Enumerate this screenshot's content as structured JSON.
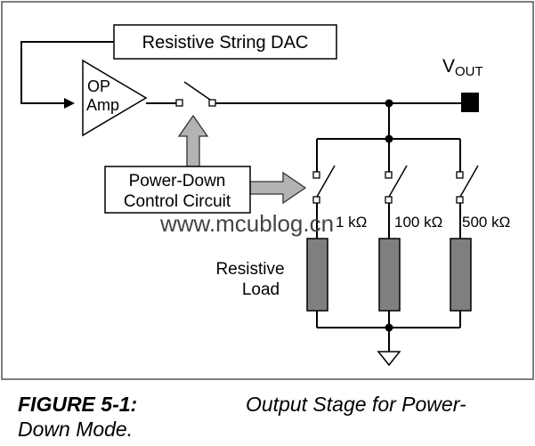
{
  "blocks": {
    "dac_label": "Resistive String DAC",
    "opamp_line1": "OP",
    "opamp_line2": "Amp",
    "powerdown_line1": "Power-Down",
    "powerdown_line2": "Control Circuit",
    "load_line1": "Resistive",
    "load_line2": "Load"
  },
  "output": {
    "label_main": "V",
    "label_sub": "OUT"
  },
  "resistors": [
    {
      "label": "1 kΩ"
    },
    {
      "label": "100 kΩ"
    },
    {
      "label": "500 kΩ"
    }
  ],
  "watermark": "www.mcublog.cn",
  "caption": {
    "figure_label": "FIGURE 5-1:",
    "text_line1": "Output Stage for Power-",
    "text_line2": "Down Mode."
  },
  "colors": {
    "line": "#000000",
    "resistor_fill": "#7f7f7f",
    "arrow_fill": "#b3b3b3",
    "box_fill": "#ffffff",
    "border": "#555555",
    "watermark": "#444444"
  }
}
